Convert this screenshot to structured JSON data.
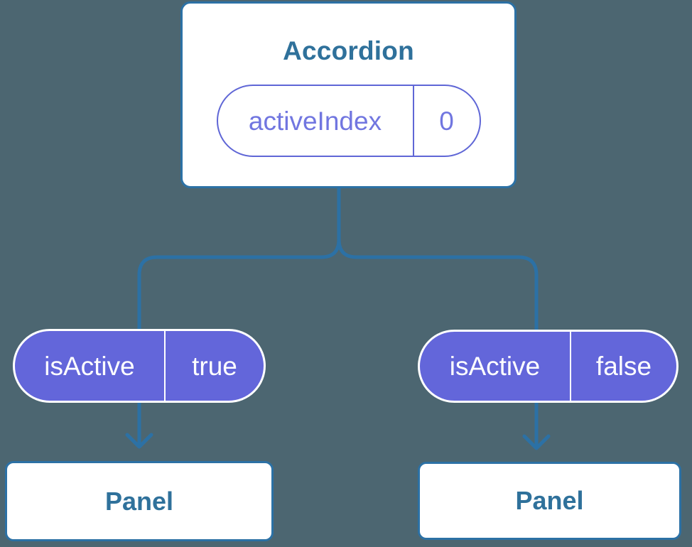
{
  "diagram": {
    "description": "Accordion component tree with state props",
    "colors": {
      "background": "#4C6671",
      "connector_blue": "#2C71A5",
      "heading_text": "#2F719B",
      "state_pill_fill": "#6366DA",
      "prop_pill_outline": "#5F66D6",
      "prop_pill_text": "#7176E0"
    },
    "root_card": {
      "title": "Accordion",
      "prop_pill": {
        "name": "activeIndex",
        "value": "0"
      }
    },
    "state_pills": [
      {
        "name": "isActive",
        "value": "true"
      },
      {
        "name": "isActive",
        "value": "false"
      }
    ],
    "panels": [
      {
        "label": "Panel"
      },
      {
        "label": "Panel"
      }
    ]
  }
}
